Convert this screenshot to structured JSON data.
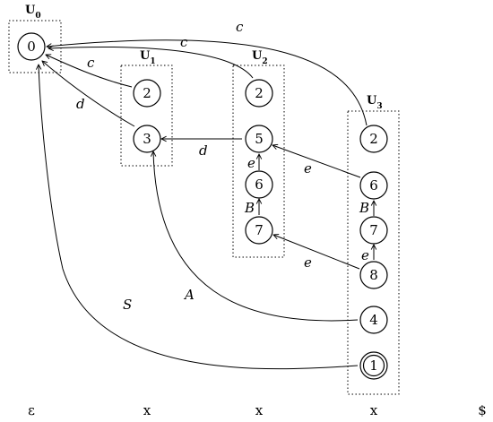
{
  "groups": [
    {
      "id": "U0",
      "label": "U",
      "sub": "0"
    },
    {
      "id": "U1",
      "label": "U",
      "sub": "1"
    },
    {
      "id": "U2",
      "label": "U",
      "sub": "2"
    },
    {
      "id": "U3",
      "label": "U",
      "sub": "3"
    }
  ],
  "nodes": [
    {
      "id": "n0",
      "label": "0"
    },
    {
      "id": "n1_2",
      "label": "2"
    },
    {
      "id": "n1_3",
      "label": "3"
    },
    {
      "id": "n2_2",
      "label": "2"
    },
    {
      "id": "n2_5",
      "label": "5"
    },
    {
      "id": "n2_6",
      "label": "6"
    },
    {
      "id": "n2_7",
      "label": "7"
    },
    {
      "id": "n3_2",
      "label": "2"
    },
    {
      "id": "n3_6",
      "label": "6"
    },
    {
      "id": "n3_7",
      "label": "7"
    },
    {
      "id": "n3_8",
      "label": "8"
    },
    {
      "id": "n3_4",
      "label": "4"
    },
    {
      "id": "n3_1",
      "label": "1",
      "accepting": true
    }
  ],
  "edges": [
    {
      "id": "e1",
      "label": "c"
    },
    {
      "id": "e2",
      "label": "c"
    },
    {
      "id": "e3",
      "label": "c"
    },
    {
      "id": "e4",
      "label": "d"
    },
    {
      "id": "e5",
      "label": "d"
    },
    {
      "id": "e6",
      "label": "e"
    },
    {
      "id": "e7",
      "label": "B"
    },
    {
      "id": "e8",
      "label": "e"
    },
    {
      "id": "e9",
      "label": "e"
    },
    {
      "id": "e10",
      "label": "e"
    },
    {
      "id": "e11",
      "label": "B"
    },
    {
      "id": "e12",
      "label": "A"
    },
    {
      "id": "e13",
      "label": "S"
    }
  ],
  "tokens": [
    "ε",
    "x",
    "x",
    "x",
    "$"
  ]
}
